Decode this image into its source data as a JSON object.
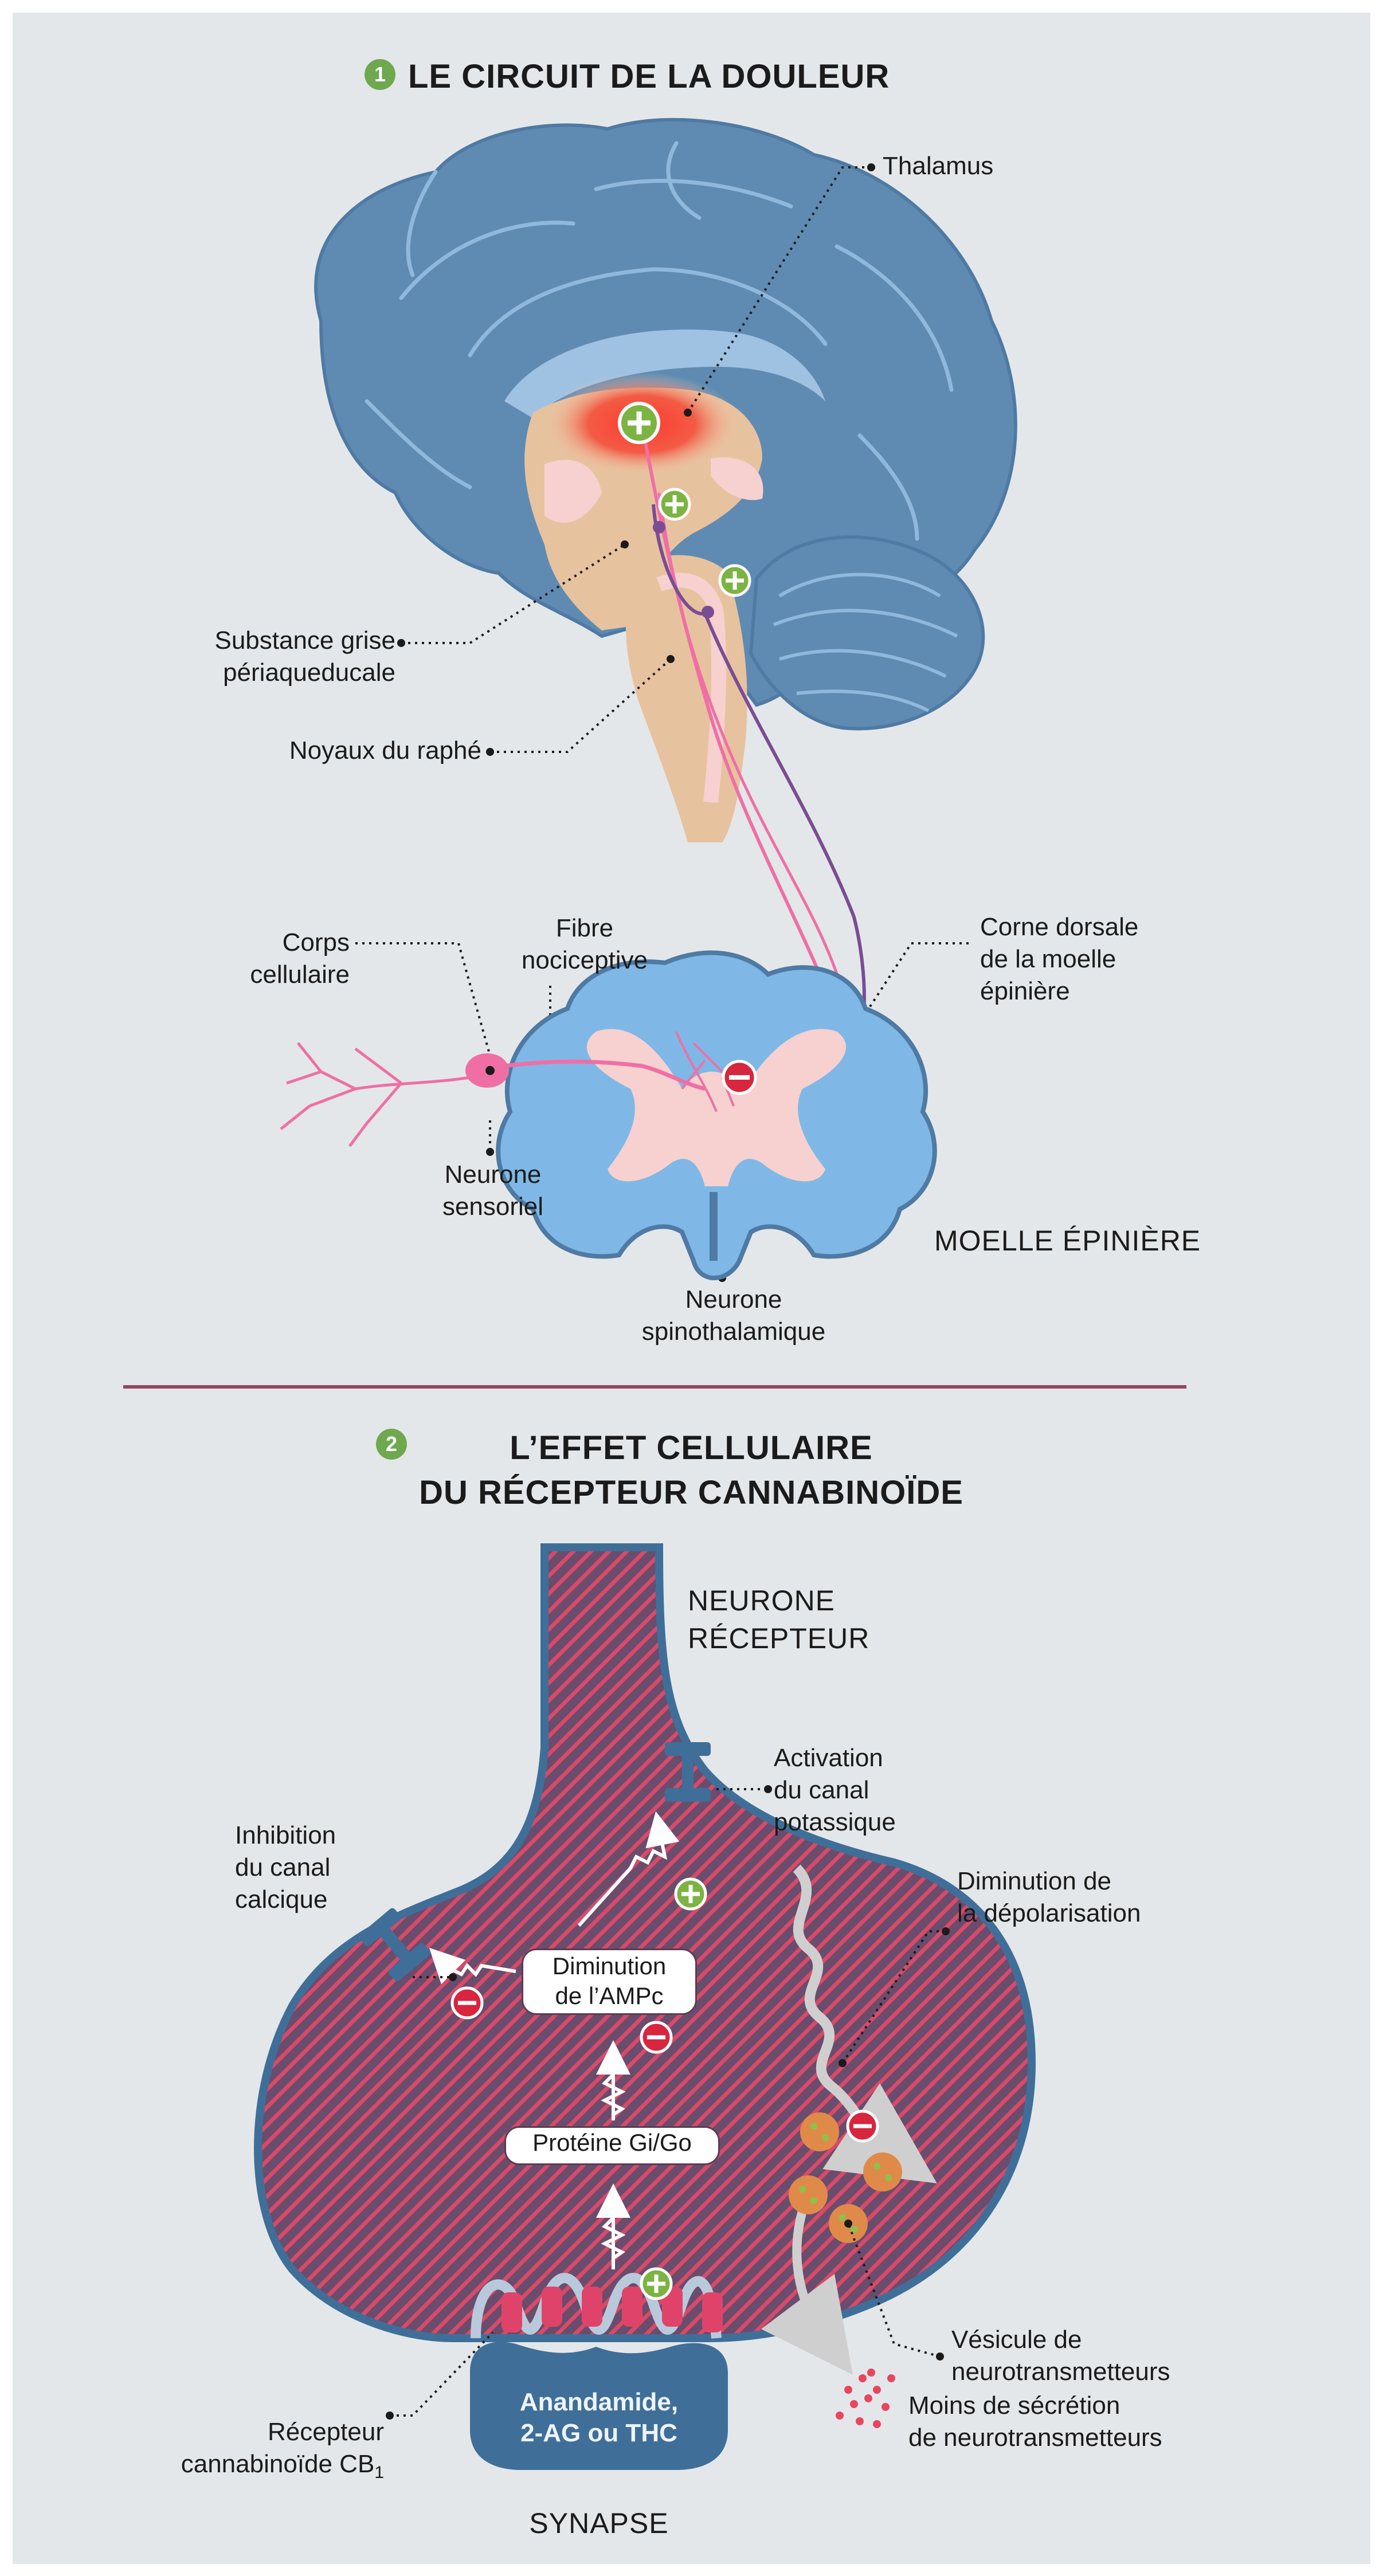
{
  "section1": {
    "number": "1",
    "title": "LE CIRCUIT DE LA DOULEUR",
    "labels": {
      "thalamus": "Thalamus",
      "substance_grise": "Substance grise\npériaqueducale",
      "noyaux_raphe": "Noyaux du raphé",
      "corps_cellulaire": "Corps\ncellulaire",
      "fibre_nociceptive": "Fibre\nnociceptive",
      "corne_dorsale": "Corne dorsale\nde la moelle\népinière",
      "neurone_sensoriel": "Neurone\nsensoriel",
      "moelle_epiniere": "MOELLE ÉPINIÈRE",
      "neurone_spinothalamique": "Neurone\nspinothalamique"
    }
  },
  "section2": {
    "number": "2",
    "title": "L’EFFET CELLULAIRE\nDU RÉCEPTEUR CANNABINOÏDE",
    "labels": {
      "neurone_recepteur": "NEURONE\nRÉCEPTEUR",
      "activation_canal": "Activation\ndu canal\npotassique",
      "inhibition_canal": "Inhibition\ndu canal\ncalcique",
      "diminution_depolarisation": "Diminution de\nla dépolarisation",
      "diminution_ampc": "Diminution\nde l’AMPc",
      "proteine": "Protéine Gi/Go",
      "vesicule": "Vésicule de\nneurotransmetteurs",
      "recepteur_cb1": "Récepteur\ncannabinoïde CB",
      "recepteur_cb1_sub": "1",
      "ligands": "Anandamide,\n2-AG ou THC",
      "moins_secretion": "Moins de sécrétion\nde neurotransmetteurs",
      "synapse": "SYNAPSE"
    }
  },
  "colors": {
    "panel_bg": "#e4e7e9",
    "brain_blue": "#5f8bb3",
    "spinal_blue": "#7fb8e6",
    "neuron_pink": "#ef6fa5",
    "pathway_purple": "#7a4d93",
    "activation_green": "#7cb342",
    "inhibition_red": "#d7263d",
    "synapse_purple": "#6a4c6d",
    "divider": "#8e4a5f"
  }
}
